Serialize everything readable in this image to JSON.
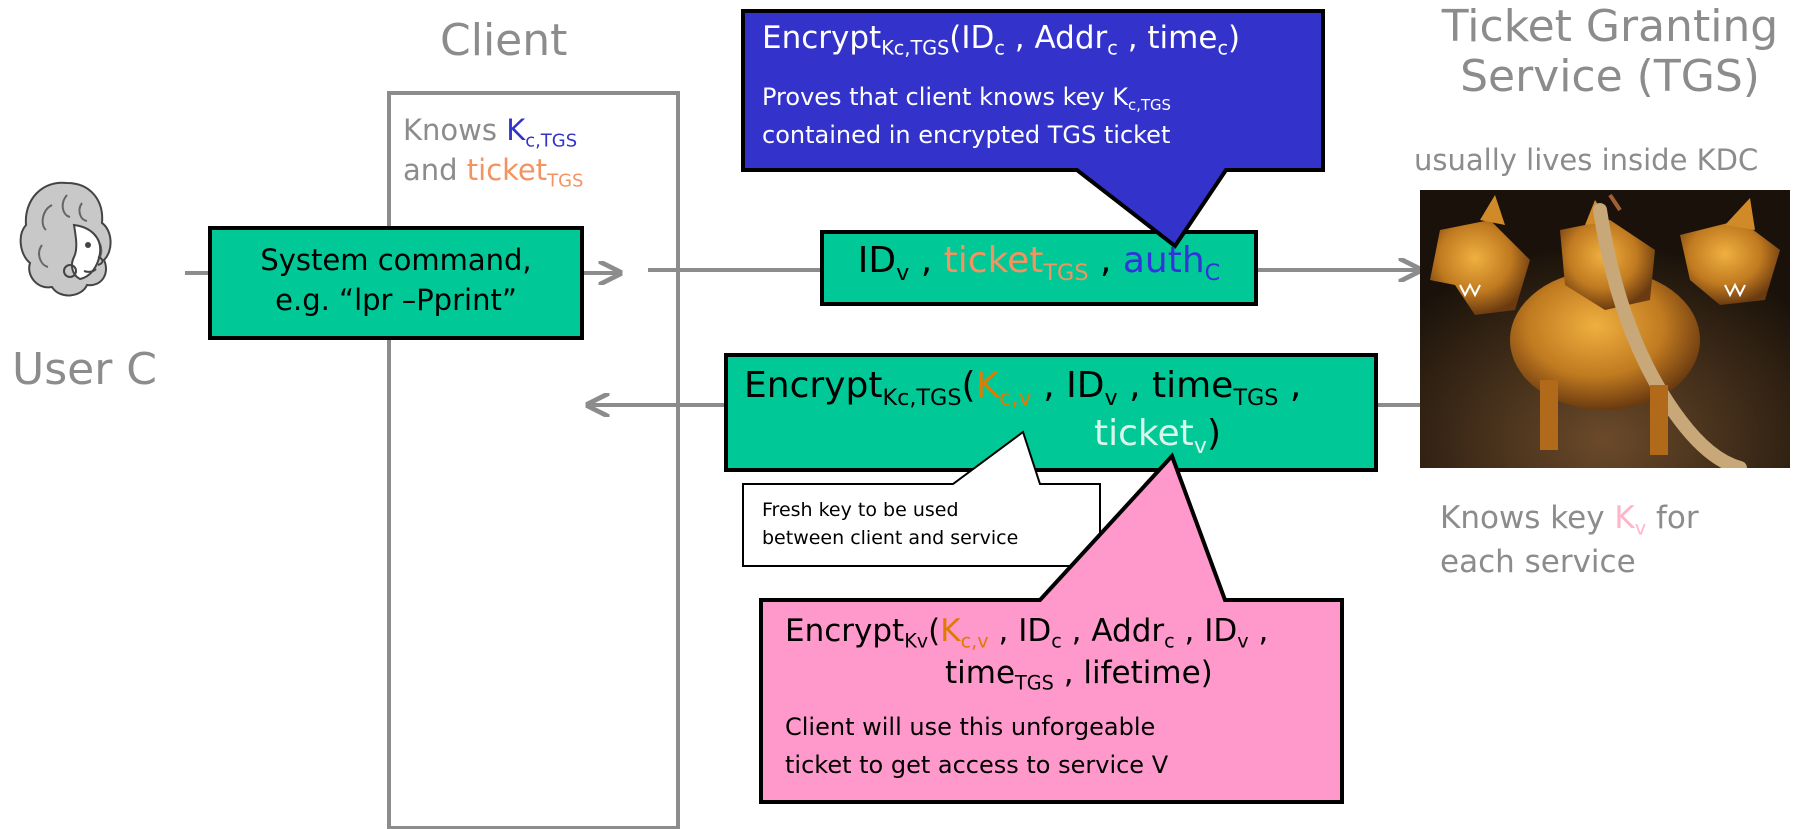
{
  "colors": {
    "green_box": "#00c896",
    "blue_box": "#3333cc",
    "pink_box": "#ff99cc",
    "arrow_gray": "#8c8c8c",
    "label_gray": "#8c8c8c"
  },
  "client": {
    "title": "Client",
    "knows_prefix": "Knows ",
    "knows_key": "K",
    "knows_key_sub": "c,TGS",
    "knows_and": "and ",
    "knows_ticket": "ticket",
    "knows_ticket_sub": "TGS"
  },
  "tgs": {
    "title_line1": "Ticket Granting",
    "title_line2": "Service (TGS)",
    "subtitle": "usually lives inside KDC",
    "image_icon": "cerberus-image",
    "knows_prefix": "Knows key ",
    "knows_key": "K",
    "knows_key_sub": "v",
    "knows_suffix": " for",
    "knows_line2": "each service"
  },
  "user": {
    "label": "User C",
    "icon": "user-portrait-icon"
  },
  "system_command": {
    "line1": "System command,",
    "line2": "e.g. “lpr –Pprint”"
  },
  "request": {
    "id": "ID",
    "id_sub": "v",
    "sep": " , ",
    "ticket": "ticket",
    "ticket_sub": "TGS",
    "auth": "auth",
    "auth_sub": "C"
  },
  "authenticator_callout": {
    "encrypt": "Encrypt",
    "encrypt_sub": "Kc,TGS",
    "open": "(",
    "id": "ID",
    "id_sub": "c",
    "addr": "Addr",
    "addr_sub": "c",
    "time": "time",
    "time_sub": "c",
    "close": ")",
    "sep": " , ",
    "desc_line1_prefix": "Proves that client knows key K",
    "desc_line1_sub": "c,TGS",
    "desc_line2": "contained in encrypted TGS ticket"
  },
  "reply": {
    "encrypt": "Encrypt",
    "encrypt_sub": "Kc,TGS",
    "open": "(",
    "key": "K",
    "key_sub": "c,v",
    "sep": " , ",
    "id": "ID",
    "id_sub": "v",
    "time": "time",
    "time_sub": "TGS",
    "trailing_sep": " ,",
    "ticket": "ticket",
    "ticket_sub": "v",
    "close": ")"
  },
  "fresh_key_callout": {
    "line1": "Fresh key to be used",
    "line2": "between client and service"
  },
  "service_ticket_callout": {
    "encrypt": "Encrypt",
    "encrypt_sub": "Kv",
    "open": "(",
    "key": "K",
    "key_sub": "c,v",
    "sep": " , ",
    "id": "ID",
    "id_sub": "c",
    "addr": "Addr",
    "addr_sub": "c",
    "idv": "ID",
    "idv_sub": "v",
    "trailing_sep": " ,",
    "time": "time",
    "time_sub": "TGS",
    "lifetime": "lifetime",
    "close": ")",
    "desc_line1": "Client will use this unforgeable",
    "desc_line2": "ticket to get access to service V"
  }
}
